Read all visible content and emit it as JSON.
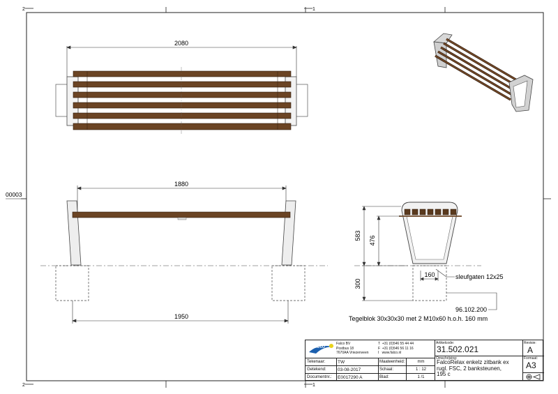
{
  "margin_label": "00003",
  "corner_marks": {
    "top_left": "2",
    "top_right": "1",
    "bottom_left": "2",
    "bottom_right": "1"
  },
  "top_view": {
    "dim_overall": "2080"
  },
  "front_view": {
    "dim_slats": "1880",
    "dim_feet": "1950"
  },
  "side_view": {
    "dim_total_height": "583",
    "dim_seat_height": "476",
    "dim_foundation": "300",
    "dim_slot_spacing": "160",
    "slot_label": "sleufgaten 12x25",
    "block_code": "96.102.200",
    "block_caption": "Tegelblok 30x30x30 met 2 M10x60 h.o.h. 160 mm"
  },
  "title_block": {
    "company_logo_text": "FALCO",
    "company": {
      "name": "Falco BV",
      "address1": "Postbus 18",
      "address2": "7670AA Vriezenveen"
    },
    "contact": {
      "t_label": "T",
      "t": "+31 (0)546 55 44 44",
      "f_label": "F",
      "f": "+31 (0)546 56 11 16",
      "i_label": "I",
      "i": "www.falco.nl"
    },
    "tekenaar_label": "Tekenaar:",
    "tekenaar": "TW",
    "maateenheid_label": "Maateenheid:",
    "maateenheid": "mm",
    "getekend_label": "Getekend:",
    "getekend": "03-08-2017",
    "schaal_label": "Schaal:",
    "schaal": "1 : 12",
    "documentnr_label": "Documentnr.:",
    "documentnr": "E0017290 A",
    "blad_label": "Blad:",
    "blad": "1 /1",
    "artikelcode_label": "Artikelcode:",
    "artikelcode": "31.502.021",
    "omschrijving_label": "Omschrijving:",
    "omschrijving_1": "FalcoRelax enkelz zitbank ex",
    "omschrijving_2": "rugl. FSC, 2 banksteunen,",
    "omschrijving_3": "195 c",
    "revisie_label": "Revisie:",
    "revisie": "A",
    "formaat_label": "Formaat:",
    "formaat": "A3"
  }
}
